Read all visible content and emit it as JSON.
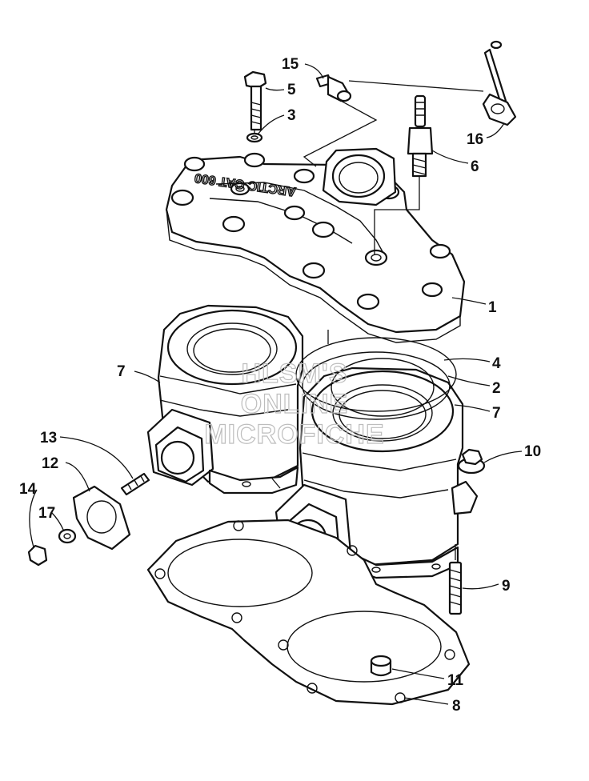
{
  "watermark": {
    "lines": [
      "HLSM'S",
      "ONLINE",
      "MICROFICHE"
    ]
  },
  "callouts": [
    {
      "id": "c1",
      "number": "1"
    },
    {
      "id": "c2",
      "number": "2"
    },
    {
      "id": "c3",
      "number": "3"
    },
    {
      "id": "c4",
      "number": "4"
    },
    {
      "id": "c5",
      "number": "5"
    },
    {
      "id": "c6",
      "number": "6"
    },
    {
      "id": "c7a",
      "number": "7"
    },
    {
      "id": "c7b",
      "number": "7"
    },
    {
      "id": "c8",
      "number": "8"
    },
    {
      "id": "c9",
      "number": "9"
    },
    {
      "id": "c10",
      "number": "10"
    },
    {
      "id": "c11",
      "number": "11"
    },
    {
      "id": "c12",
      "number": "12"
    },
    {
      "id": "c13",
      "number": "13"
    },
    {
      "id": "c14",
      "number": "14"
    },
    {
      "id": "c15",
      "number": "15"
    },
    {
      "id": "c16",
      "number": "16"
    },
    {
      "id": "c17",
      "number": "17"
    }
  ],
  "head_casting_text": "ARCTIC CAT 600"
}
